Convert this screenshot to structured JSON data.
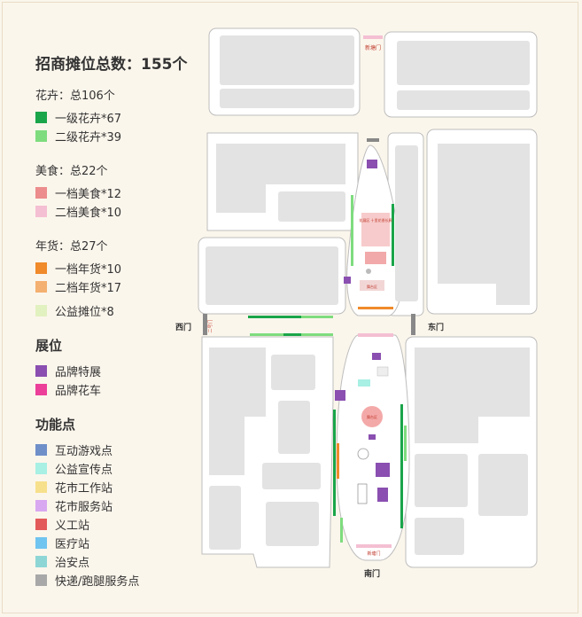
{
  "summary": {
    "total_title": "招商摊位总数：155个"
  },
  "legend": {
    "flowers": {
      "title": "花卉：总106个",
      "items": [
        {
          "label": "一级花卉*67",
          "color": "#1aa54a"
        },
        {
          "label": "二级花卉*39",
          "color": "#7edc7e"
        }
      ]
    },
    "food": {
      "title": "美食：总22个",
      "items": [
        {
          "label": "一档美食*12",
          "color": "#ec8c8c"
        },
        {
          "label": "二档美食*10",
          "color": "#f4bfd2"
        }
      ]
    },
    "goods": {
      "title": "年货：总27个",
      "items": [
        {
          "label": "一档年货*10",
          "color": "#f08a2a"
        },
        {
          "label": "二档年货*17",
          "color": "#f4b070"
        }
      ]
    },
    "charity": {
      "label": "公益摊位*8",
      "color": "#e2f1c0"
    },
    "exhibit": {
      "title": "展位",
      "items": [
        {
          "label": "品牌特展",
          "color": "#8a4fb0"
        },
        {
          "label": "品牌花车",
          "color": "#ec3f9a"
        }
      ]
    },
    "functions": {
      "title": "功能点",
      "items": [
        {
          "label": "互动游戏点",
          "color": "#6f8fc9"
        },
        {
          "label": "公益宣传点",
          "color": "#a8efe4"
        },
        {
          "label": "花市工作站",
          "color": "#f7e08c"
        },
        {
          "label": "花市服务站",
          "color": "#d8a8f0"
        },
        {
          "label": "义工站",
          "color": "#e35a5a"
        },
        {
          "label": "医疗站",
          "color": "#70c4f0"
        },
        {
          "label": "治安点",
          "color": "#8ed6d6"
        },
        {
          "label": "快递/跑腿服务点",
          "color": "#a8a8a8"
        }
      ]
    }
  },
  "map": {
    "gates": {
      "north": "新塘门",
      "west": "西门",
      "west_tag": "二号门",
      "east": "东门",
      "south": "南门",
      "south_tag": "新塘门"
    },
    "tags": {
      "north_stage": "花展区\n十里花香长廊",
      "north_box": "舞台区",
      "center_circle": "舞台区"
    }
  }
}
